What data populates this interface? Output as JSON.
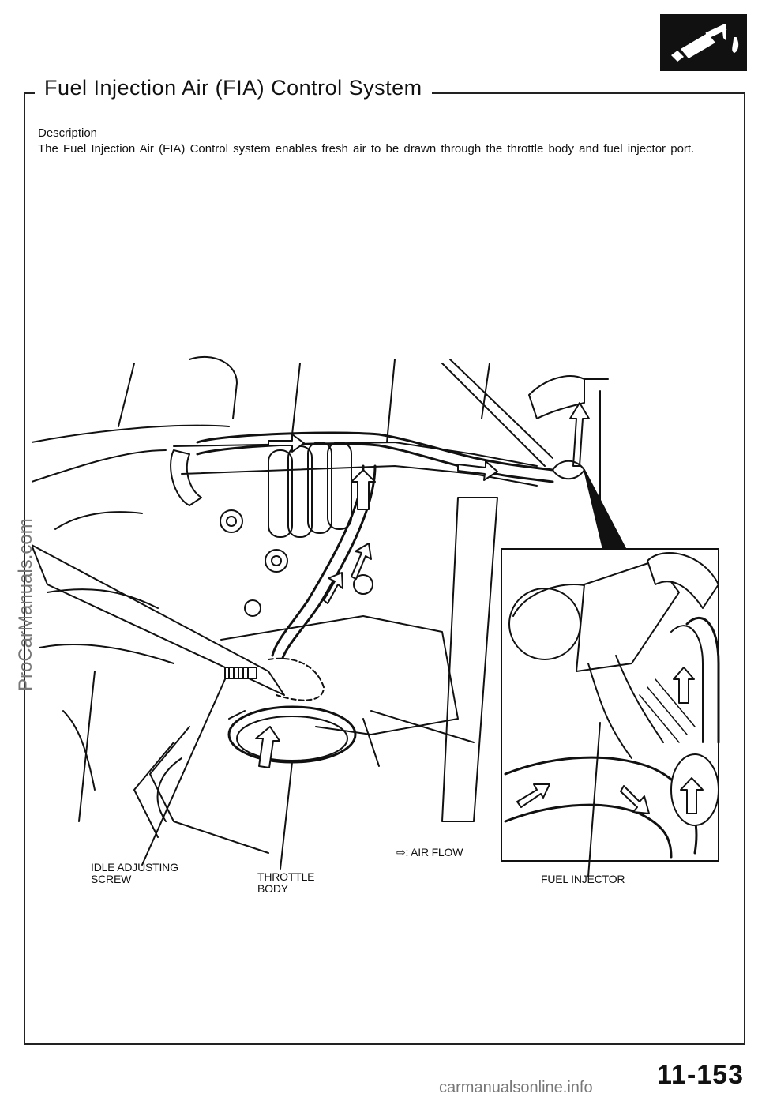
{
  "header": {
    "title": "Fuel Injection Air (FIA) Control System",
    "icon": "fuel-nozzle-icon"
  },
  "description": {
    "label": "Description",
    "text": "The  Fuel  Injection  Air  (FIA)  Control  system  enables  fresh  air  to  be  drawn  through  the  throttle  body  and  fuel  injector  port."
  },
  "illustration": {
    "labels": {
      "idle_adjusting_screw": "IDLE  ADJUSTING\nSCREW",
      "throttle_body": "THROTTLE\nBODY",
      "air_flow": "AIR FLOW",
      "fuel_injector": "FUEL  INJECTOR"
    },
    "legend_symbol": "⇨:"
  },
  "watermark": "ProCarManuals.com",
  "page_number": "11-153",
  "footer": "carmanualsonline.info"
}
